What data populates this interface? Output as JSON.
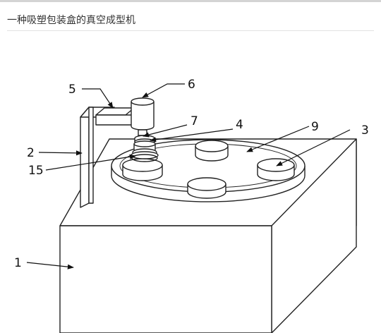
{
  "page": {
    "title": "一种吸塑包装盒的真空成型机"
  },
  "figure": {
    "callouts": [
      "1",
      "2",
      "3",
      "4",
      "5",
      "6",
      "7",
      "9",
      "15"
    ]
  }
}
